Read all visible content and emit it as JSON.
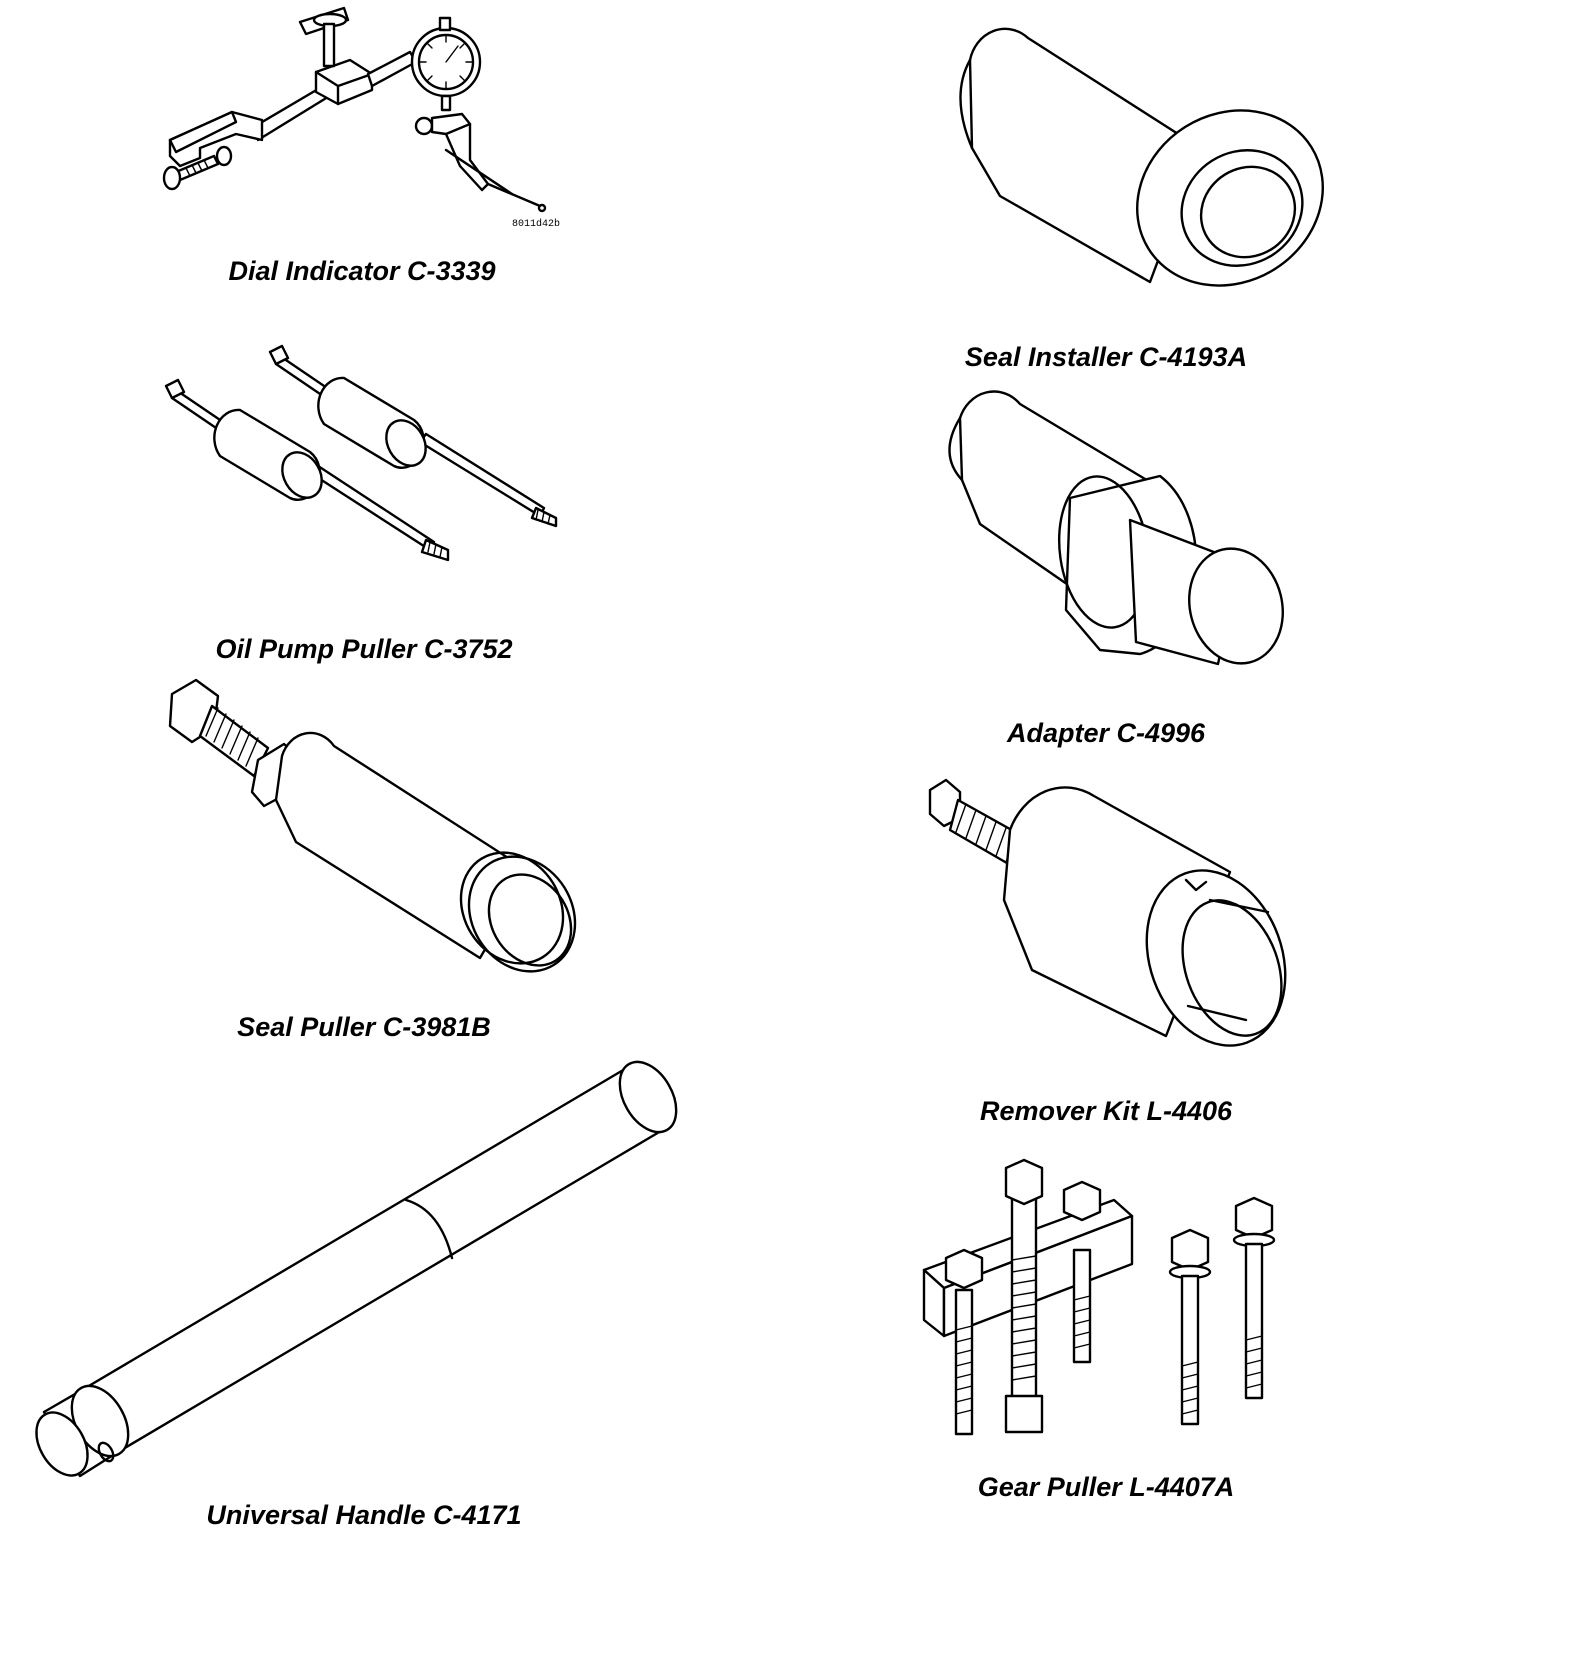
{
  "figure_code": "8011d42b",
  "captions": {
    "dial_indicator": "Dial Indicator C-3339",
    "seal_installer": "Seal Installer C-4193A",
    "oil_pump_puller": "Oil Pump Puller C-3752",
    "adapter": "Adapter C-4996",
    "seal_puller": "Seal Puller C-3981B",
    "remover_kit": "Remover Kit L-4406",
    "universal_handle": "Universal Handle C-4171",
    "gear_puller": "Gear Puller L-4407A"
  }
}
